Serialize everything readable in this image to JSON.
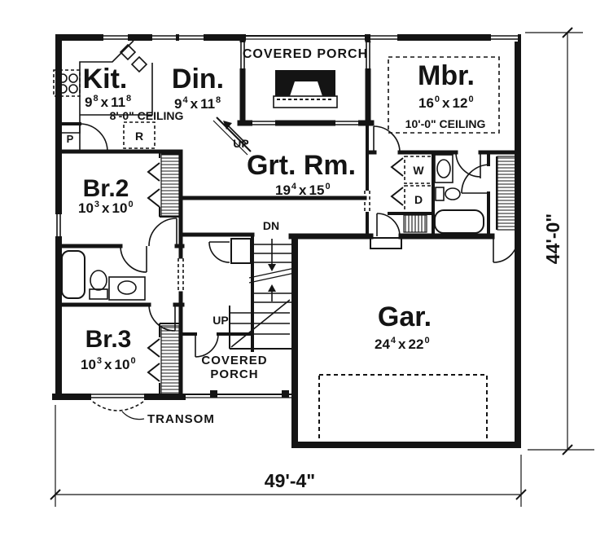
{
  "meta": {
    "kind": "house-first-floor-plan"
  },
  "rooms": {
    "kitchen": {
      "name": "Kit.",
      "w": "9",
      "w_sup": "8",
      "sep": "x",
      "l": "11",
      "l_sup": "8"
    },
    "dining": {
      "name": "Din.",
      "w": "9",
      "w_sup": "4",
      "sep": "x",
      "l": "11",
      "l_sup": "8"
    },
    "great_room": {
      "name": "Grt. Rm.",
      "w": "19",
      "w_sup": "4",
      "sep": "x",
      "l": "15",
      "l_sup": "0"
    },
    "master_bedroom": {
      "name": "Mbr.",
      "w": "16",
      "w_sup": "0",
      "sep": "x",
      "l": "12",
      "l_sup": "0",
      "ceiling": "10'-0\" CEILING"
    },
    "bedroom_2": {
      "name": "Br.2",
      "w": "10",
      "w_sup": "3",
      "sep": "x",
      "l": "10",
      "l_sup": "0"
    },
    "bedroom_3": {
      "name": "Br.3",
      "w": "10",
      "w_sup": "3",
      "sep": "x",
      "l": "10",
      "l_sup": "0"
    },
    "garage": {
      "name": "Gar.",
      "w": "24",
      "w_sup": "4",
      "sep": "x",
      "l": "22",
      "l_sup": "0"
    },
    "covered_porch_top": {
      "name": "COVERED PORCH"
    },
    "covered_porch_bottom": {
      "line1": "COVERED",
      "line2": "PORCH"
    }
  },
  "notes": {
    "kitchen_ceiling": "8'-0\" CEILING"
  },
  "fixtures": {
    "washer": "W",
    "dryer": "D",
    "pantry": "P",
    "range": "R"
  },
  "stairs": {
    "up": "UP",
    "down": "DN"
  },
  "annotations": {
    "transom": "TRANSOM"
  },
  "dimensions": {
    "overall_width": "49'-4\"",
    "overall_depth": "44'-0\""
  },
  "colors": {
    "ink": "#141414",
    "paper": "#ffffff"
  }
}
